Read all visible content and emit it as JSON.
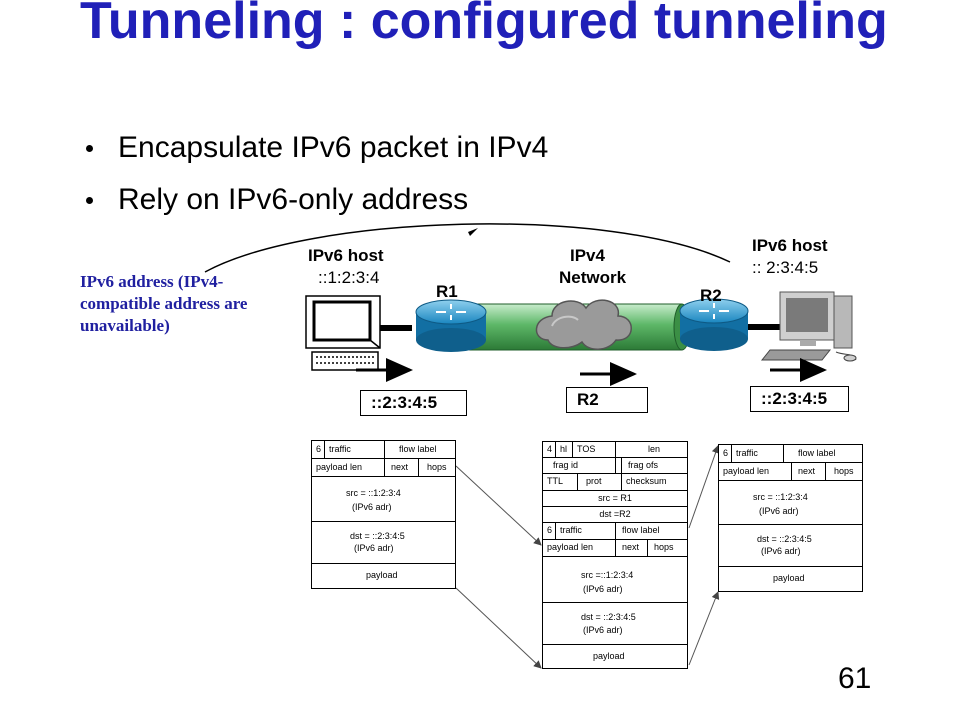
{
  "slide": {
    "title": "Tunneling : configured tunneling",
    "bullets": [
      "Encapsulate IPv6 packet in IPv4",
      "Rely on IPv6-only address"
    ],
    "page_number": "61"
  },
  "diagram": {
    "note": "IPv6 address (IPv4-compatible address are unavailable)",
    "left_host": {
      "label": "IPv6 host",
      "addr": "::1:2:3:4"
    },
    "right_host": {
      "label": "IPv6 host",
      "addr": ":: 2:3:4:5"
    },
    "network": {
      "line1": "IPv4",
      "line2": "Network"
    },
    "routers": {
      "r1": "R1",
      "r2": "R2"
    },
    "dest_boxes": {
      "left": "::2:3:4:5",
      "middle": "R2",
      "right": "::2:3:4:5"
    },
    "packet_left": {
      "ver": "6",
      "traffic": "traffic",
      "flow": "flow label",
      "payload_len": "payload len",
      "next": "next",
      "hops": "hops",
      "src": "src = ::1:2:3:4",
      "src_note": "(IPv6 adr)",
      "dst": "dst =  ::2:3:4:5",
      "dst_note": "(IPv6  adr)",
      "payload": "payload"
    },
    "packet_mid": {
      "v4": "4",
      "hl": "hl",
      "tos": "TOS",
      "len": "len",
      "frag_id": "frag  id",
      "frag_ofs": "frag ofs",
      "ttl": "TTL",
      "prot": "prot",
      "checksum": "checksum",
      "src4": "src = R1",
      "dst4": "dst =R2",
      "ver": "6",
      "traffic": "traffic",
      "flow": "flow label",
      "payload_len": "payload len",
      "next": "next",
      "hops": "hops",
      "src": "src =::1:2:3:4",
      "src_note": "(IPv6 adr)",
      "dst": "dst = ::2:3:4:5",
      "dst_note": "(IPv6  adr)",
      "payload": "payload"
    },
    "packet_right": {
      "ver": "6",
      "traffic": "traffic",
      "flow": "flow label",
      "payload_len": "payload len",
      "next": "next",
      "hops": "hops",
      "src": "src = ::1:2:3:4",
      "src_note": "(IPv6 adr)",
      "dst": "dst = ::2:3:4:5",
      "dst_note": "(IPv6  adr)",
      "payload": "payload"
    },
    "icons": [
      "desktop-computer-icon",
      "router-icon",
      "cloud-icon",
      "pc-tower-icon"
    ]
  }
}
